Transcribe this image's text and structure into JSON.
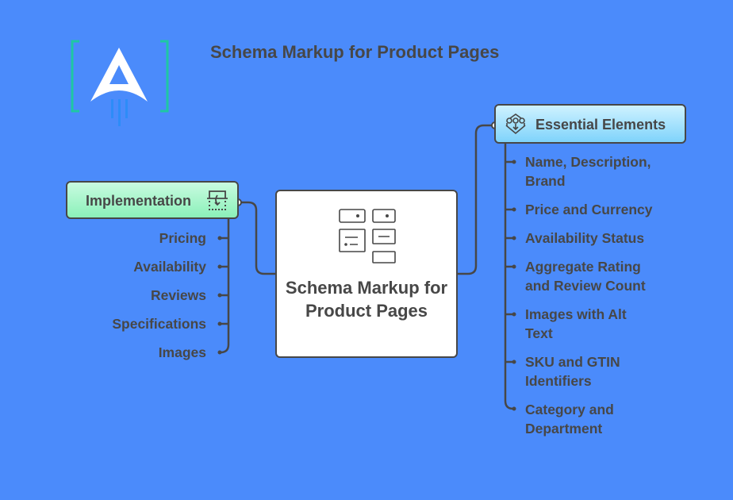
{
  "title": "Schema Markup for Product Pages",
  "logo": {
    "icon": "rocket-a-logo-icon",
    "bracket_color": "#1fc7a3",
    "letter_color": "#ffffff",
    "trail_color": "#2d8cf8"
  },
  "colors": {
    "background": "#4b8bfb",
    "text": "#474747",
    "implementation_fill": "#a8f6cc",
    "essential_fill": "#a9e3fd",
    "center_fill": "#ffffff"
  },
  "center": {
    "label": "Schema Markup for Product Pages",
    "icon": "layout-blocks-icon"
  },
  "implementation": {
    "label": "Implementation",
    "icon": "frame-arrow-icon",
    "items": [
      "Pricing",
      "Availability",
      "Reviews",
      "Specifications",
      "Images"
    ]
  },
  "essential": {
    "label": "Essential Elements",
    "icon": "hexagon-network-icon",
    "items": [
      "Name, Description, Brand",
      "Price and Currency",
      "Availability Status",
      "Aggregate Rating and Review Count",
      "Images with Alt Text",
      "SKU and GTIN Identifiers",
      "Category and Department"
    ]
  }
}
